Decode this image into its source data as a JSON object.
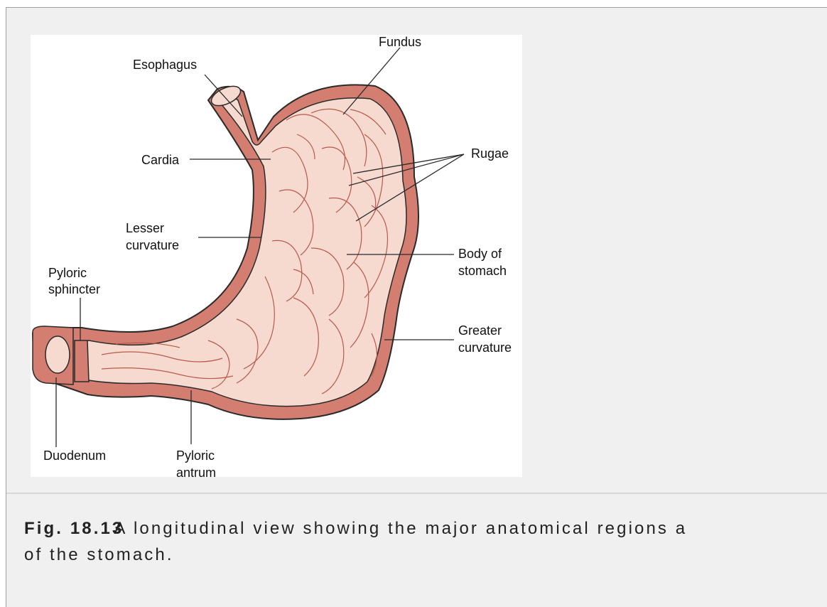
{
  "figure": {
    "labels": {
      "fundus": "Fundus",
      "esophagus": "Esophagus",
      "rugae": "Rugae",
      "cardia": "Cardia",
      "lesser_curvature_1": "Lesser",
      "lesser_curvature_2": "curvature",
      "body_1": "Body of",
      "body_2": "stomach",
      "pyloric_sphincter_1": "Pyloric",
      "pyloric_sphincter_2": "sphincter",
      "greater_curvature_1": "Greater",
      "greater_curvature_2": "curvature",
      "duodenum": "Duodenum",
      "pyloric_antrum_1": "Pyloric",
      "pyloric_antrum_2": "antrum"
    },
    "colors": {
      "wall": "#d37e70",
      "lining": "#f6d9cf",
      "rugae_lines": "#b85a4c",
      "outline": "#2a2a2a"
    }
  },
  "caption": {
    "number": "Fig. 18.13",
    "line1": "A longitudinal view showing the major anatomical regions a",
    "line2": "of the stomach."
  }
}
